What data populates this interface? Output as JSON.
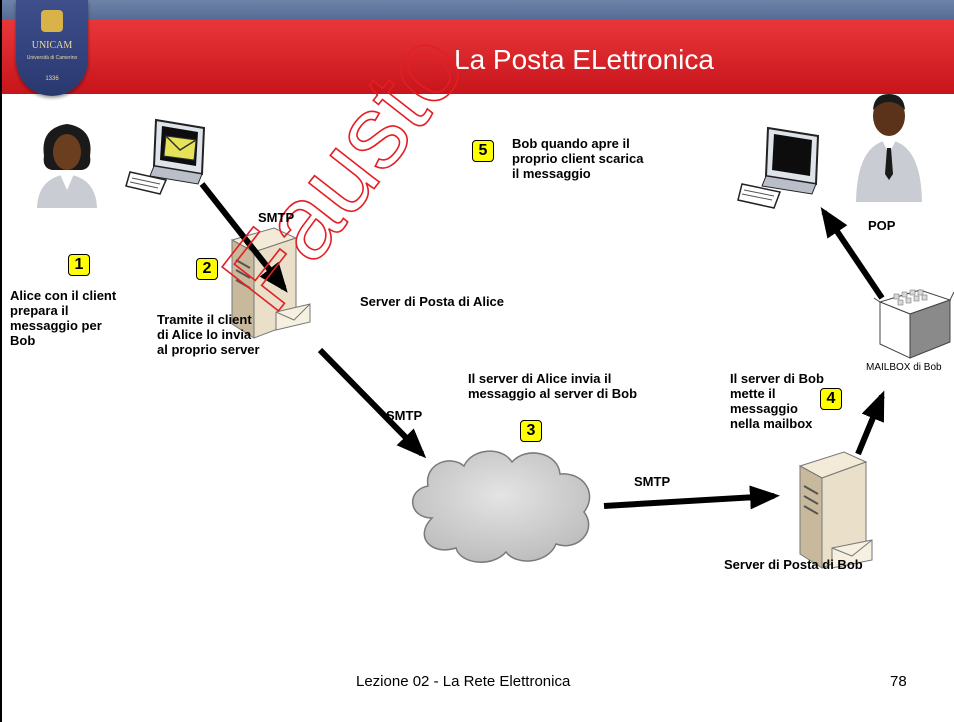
{
  "header": {
    "title": "La Posta ELettronica",
    "logo": {
      "name": "UNICAM",
      "subtitle": "Università di Camerino",
      "year": "1336"
    }
  },
  "watermark": "Fausto",
  "steps": [
    {
      "number": "1",
      "text": "Alice con il client\nprepara il\nmessaggio per\nBob"
    },
    {
      "number": "2",
      "text": "Tramite il client\ndi Alice lo invia\nal proprio server"
    },
    {
      "number": "3",
      "text": "Il server di Alice invia il\nmessaggio al server di Bob"
    },
    {
      "number": "4",
      "text": "Il server di Bob\nmette il\nmessaggio\nnella mailbox"
    },
    {
      "number": "5",
      "text": "Bob quando apre il\nproprio client scarica\nil messaggio"
    }
  ],
  "labels": {
    "alice_server": "Server di Posta di Alice",
    "bob_server": "Server di Posta di Bob",
    "mailbox": "MAILBOX di Bob",
    "smtp_1": "SMTP",
    "smtp_2": "SMTP",
    "smtp_3": "SMTP",
    "pop": "POP"
  },
  "footer": {
    "lecture": "Lezione 02 - La Rete Elettronica",
    "page": "78"
  },
  "colors": {
    "header_red": "#d5202a",
    "header_blue": "#5f739e",
    "badge_yellow": "#ffff00",
    "watermark_red": "#e31e24"
  },
  "icons": [
    "alice-person-icon",
    "bob-person-icon",
    "alice-computer-icon",
    "bob-computer-icon",
    "alice-server-icon",
    "bob-server-icon",
    "mailbox-icon",
    "internet-cloud-icon"
  ]
}
